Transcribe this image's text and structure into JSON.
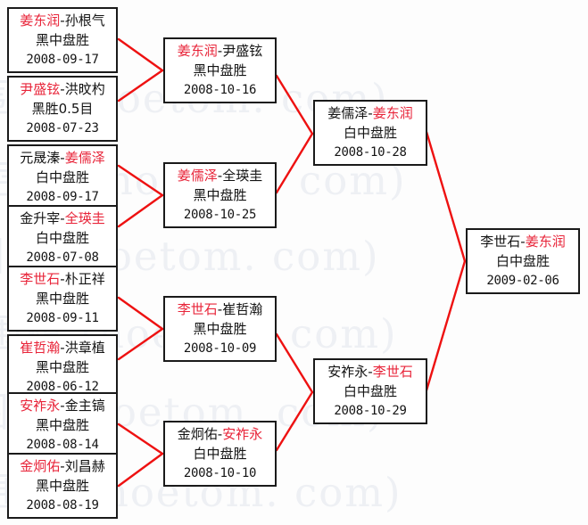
{
  "watermark": {
    "text": "围棋 (hoetom. com)",
    "color": "#eef0f4",
    "rows": [
      "围棋 (hoetom. com)",
      "围棋 (hoetom. com)",
      "围棋 (hoetom. com)",
      "围棋 (hoetom. com)",
      "围棋 (hoetom. com)",
      "围棋 (hoetom. com)"
    ]
  },
  "colors": {
    "winner": "#e8253a",
    "loser": "#141414",
    "connector": "#ee1111",
    "box_border": "#1a1a1a",
    "background": "#fdfdfd"
  },
  "bracket": {
    "rounds": [
      {
        "name": "round-1",
        "matches": [
          {
            "id": "r1m1",
            "winner": "姜东润",
            "sep": "-",
            "loser": "孙根气",
            "winner_side": "left",
            "result": "黑中盘胜",
            "date": "2008-09-17"
          },
          {
            "id": "r1m2",
            "winner": "尹盛铉",
            "sep": "-",
            "loser": "洪旼杓",
            "winner_side": "left",
            "result": "黑胜0.5目",
            "date": "2008-07-23"
          },
          {
            "id": "r1m3",
            "winner": "姜儒泽",
            "sep": "-",
            "loser": "元晟溱",
            "winner_side": "right",
            "result": "白中盘胜",
            "date": "2008-09-17"
          },
          {
            "id": "r1m4",
            "winner": "全瑛圭",
            "sep": "-",
            "loser": "金升宰",
            "winner_side": "right",
            "result": "白中盘胜",
            "date": "2008-07-08"
          },
          {
            "id": "r1m5",
            "winner": "李世石",
            "sep": "-",
            "loser": "朴正祥",
            "winner_side": "left",
            "result": "黑中盘胜",
            "date": "2008-09-11"
          },
          {
            "id": "r1m6",
            "winner": "崔哲瀚",
            "sep": "-",
            "loser": "洪章植",
            "winner_side": "left",
            "result": "黑中盘胜",
            "date": "2008-06-12"
          },
          {
            "id": "r1m7",
            "winner": "安祚永",
            "sep": "-",
            "loser": "金主镐",
            "winner_side": "left",
            "result": "黑中盘胜",
            "date": "2008-08-14"
          },
          {
            "id": "r1m8",
            "winner": "金炯佑",
            "sep": "-",
            "loser": "刘昌赫",
            "winner_side": "left",
            "result": "黑中盘胜",
            "date": "2008-08-19"
          }
        ]
      },
      {
        "name": "round-2",
        "matches": [
          {
            "id": "r2m1",
            "winner": "姜东润",
            "sep": "-",
            "loser": "尹盛铉",
            "winner_side": "left",
            "result": "黑中盘胜",
            "date": "2008-10-16"
          },
          {
            "id": "r2m2",
            "winner": "姜儒泽",
            "sep": "-",
            "loser": "全瑛圭",
            "winner_side": "left",
            "result": "黑中盘胜",
            "date": "2008-10-25"
          },
          {
            "id": "r2m3",
            "winner": "李世石",
            "sep": "-",
            "loser": "崔哲瀚",
            "winner_side": "left",
            "result": "黑中盘胜",
            "date": "2008-10-09"
          },
          {
            "id": "r2m4",
            "winner": "安祚永",
            "sep": "-",
            "loser": "金炯佑",
            "winner_side": "right",
            "result": "白中盘胜",
            "date": "2008-10-10"
          }
        ]
      },
      {
        "name": "semifinal",
        "matches": [
          {
            "id": "sf1",
            "winner": "姜东润",
            "sep": "-",
            "loser": "姜儒泽",
            "winner_side": "right",
            "result": "白中盘胜",
            "date": "2008-10-28"
          },
          {
            "id": "sf2",
            "winner": "李世石",
            "sep": "-",
            "loser": "安祚永",
            "winner_side": "right",
            "result": "白中盘胜",
            "date": "2008-10-29"
          }
        ]
      },
      {
        "name": "final",
        "matches": [
          {
            "id": "f1",
            "winner": "姜东润",
            "sep": "-",
            "loser": "李世石",
            "winner_side": "right",
            "result": "白中盘胜",
            "date": "2009-02-06"
          }
        ]
      }
    ]
  }
}
